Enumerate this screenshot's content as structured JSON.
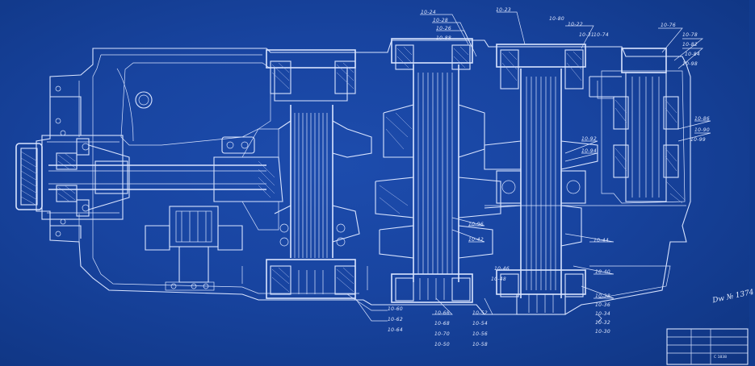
{
  "drawing": {
    "number_label": "Dw № 1374"
  },
  "callouts": [
    {
      "text": "10-24"
    },
    {
      "text": "10-28"
    },
    {
      "text": "10-26"
    },
    {
      "text": "10-23"
    },
    {
      "text": "10-22"
    },
    {
      "text": "10-31"
    },
    {
      "text": "10-74"
    },
    {
      "text": "10-76"
    },
    {
      "text": "10-78"
    },
    {
      "text": "10-82"
    },
    {
      "text": "10-84"
    },
    {
      "text": "10-86"
    },
    {
      "text": "10-90"
    },
    {
      "text": "10-92"
    },
    {
      "text": "10-94"
    },
    {
      "text": "10-96"
    },
    {
      "text": "10-42"
    },
    {
      "text": "10-44"
    },
    {
      "text": "10-40"
    },
    {
      "text": "10-38"
    },
    {
      "text": "10-36"
    },
    {
      "text": "10-34"
    },
    {
      "text": "10-32"
    },
    {
      "text": "10-30"
    },
    {
      "text": "10-60"
    },
    {
      "text": "10-62"
    },
    {
      "text": "10-64"
    },
    {
      "text": "10-66"
    },
    {
      "text": "10-68"
    },
    {
      "text": "10-70"
    },
    {
      "text": "10-50"
    },
    {
      "text": "10-52"
    },
    {
      "text": "10-54"
    },
    {
      "text": "10-56"
    },
    {
      "text": "10-58"
    },
    {
      "text": "10-46"
    },
    {
      "text": "10-48"
    },
    {
      "text": "10-80"
    },
    {
      "text": "10-88"
    },
    {
      "text": "10-98"
    },
    {
      "text": "10-99"
    }
  ],
  "title_block": {
    "rows": [
      "",
      "",
      "",
      ""
    ],
    "sheet_code": "C 1838"
  },
  "colors": {
    "paper": "#1844a0",
    "ink": "#d9e4ff"
  }
}
